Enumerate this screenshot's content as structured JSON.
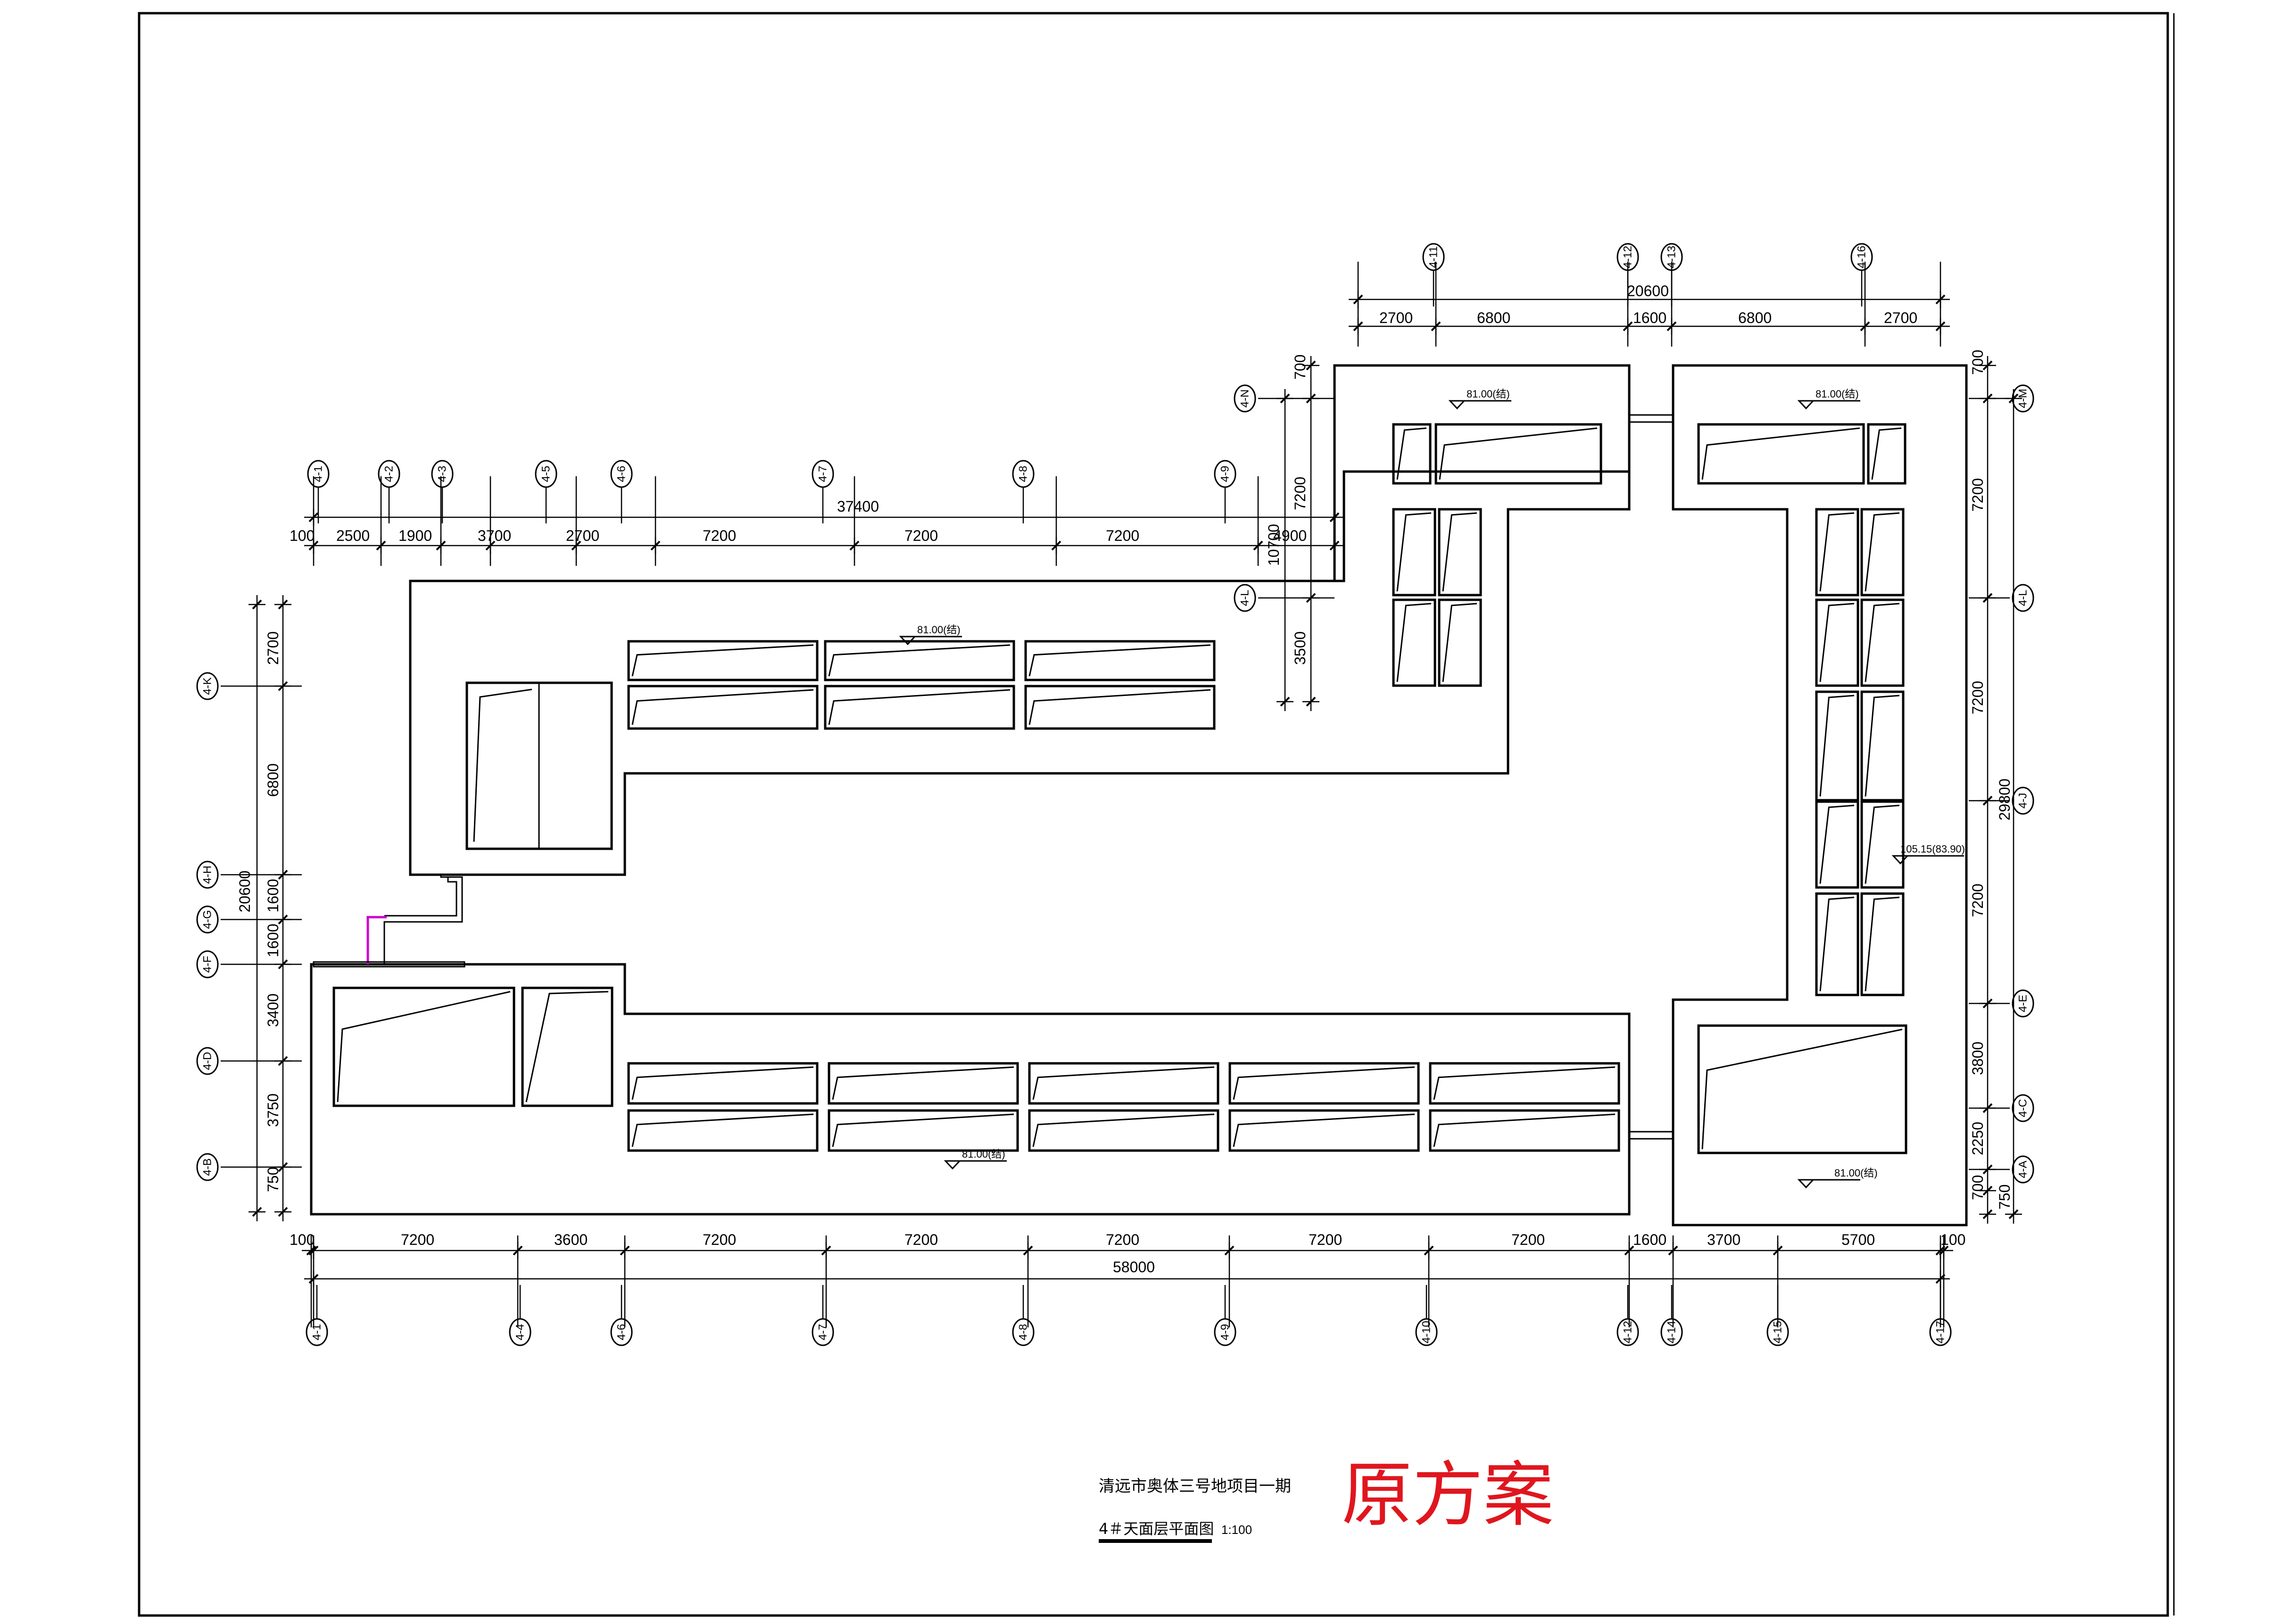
{
  "drawing": {
    "project_title": "清远市奥体三号地项目一期",
    "sheet_title": "4＃天面层平面图",
    "scale": "1:100",
    "stamp": "原方案",
    "stamp_color": "#e0161e",
    "accent_color": "#cc00cc"
  },
  "elevations": [
    "81.00(结)",
    "81.00(结)",
    "81.00(结)",
    "81.00(结)",
    "81.00(结)",
    "105.15(83.90)"
  ],
  "dims": {
    "top_total": "37400",
    "top_left_gap": "100",
    "top": [
      "2500",
      "1900",
      "3700",
      "2700",
      "7200",
      "7200",
      "7200",
      "4900"
    ],
    "ne_total": "20600",
    "ne": [
      "2700",
      "6800",
      "1600",
      "6800",
      "2700"
    ],
    "bottom_total": "58000",
    "bottom_left_gap": "100",
    "bottom_right_gap": "100",
    "bottom": [
      "7200",
      "3600",
      "7200",
      "7200",
      "7200",
      "7200",
      "7200",
      "1600",
      "3700",
      "5700"
    ],
    "left_total": "20600",
    "left": [
      "2700",
      "6800",
      "1600",
      "1600",
      "3400",
      "3750",
      "750"
    ],
    "right_total": "29800",
    "right": [
      "700",
      "7200",
      "7200",
      "7200",
      "3800",
      "2250",
      "700",
      "750"
    ],
    "mid_total": "10700",
    "mid": [
      "700",
      "7200",
      "3500"
    ]
  },
  "grids": {
    "top": [
      "4-1",
      "4-2",
      "4-3",
      "4-5",
      "4-6",
      "4-7",
      "4-8",
      "4-9"
    ],
    "ne_top": [
      "4-11",
      "4-12",
      "4-13",
      "4-16"
    ],
    "bottom": [
      "4-1",
      "4-4",
      "4-6",
      "4-7",
      "4-8",
      "4-9",
      "4-10",
      "4-12",
      "4-14",
      "4-15",
      "4-17"
    ],
    "left": [
      "4-K",
      "4-H",
      "4-G",
      "4-F",
      "4-D",
      "4-B"
    ],
    "right": [
      "4-M",
      "4-L",
      "4-J",
      "4-E",
      "4-C",
      "4-A"
    ],
    "mid": [
      "4-N",
      "4-L"
    ]
  }
}
